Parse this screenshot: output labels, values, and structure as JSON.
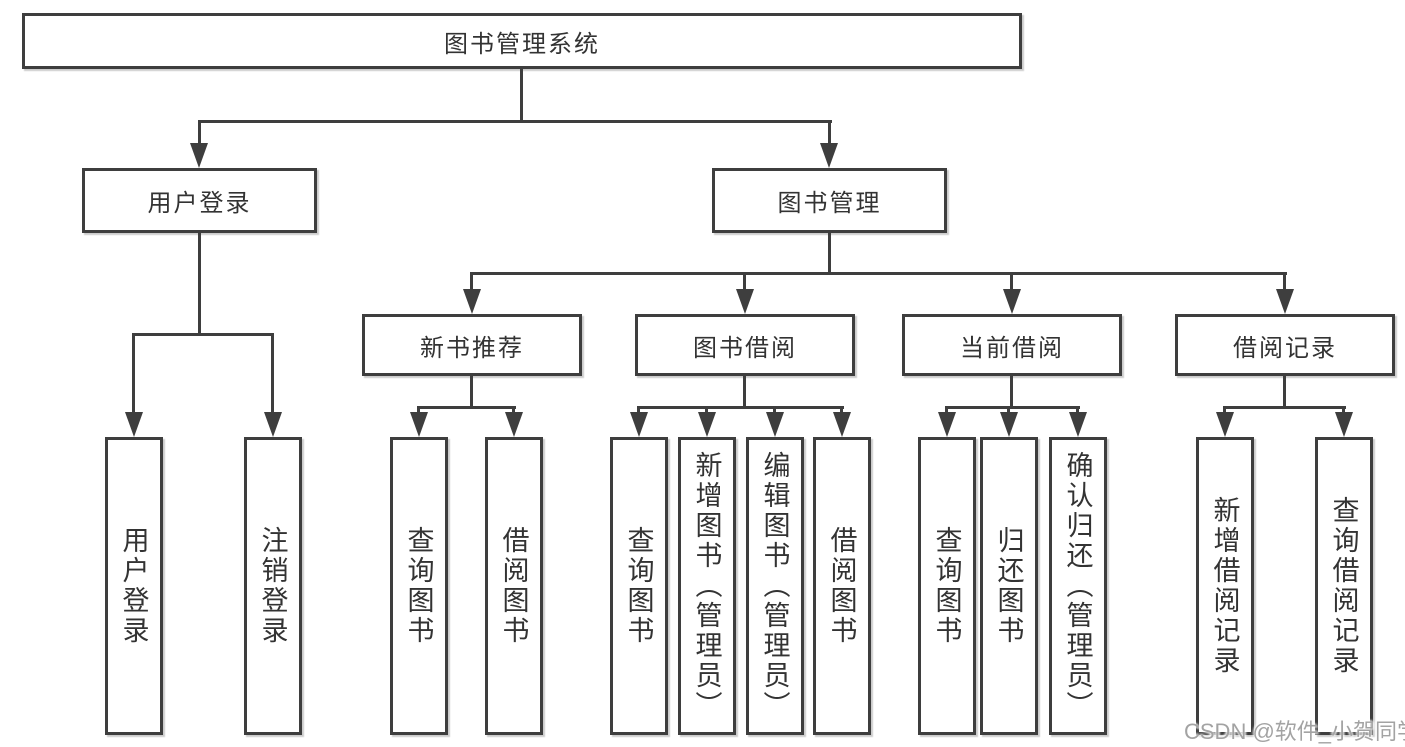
{
  "colors": {
    "line": "#3e3e3e",
    "text": "#333333",
    "background": "#ffffff",
    "watermark_text_color": "#a3a3a3"
  },
  "root": {
    "label": "图书管理系统"
  },
  "level2": [
    {
      "label": "用户登录"
    },
    {
      "label": "图书管理"
    }
  ],
  "level3": [
    {
      "label": "新书推荐"
    },
    {
      "label": "图书借阅"
    },
    {
      "label": "当前借阅"
    },
    {
      "label": "借阅记录"
    }
  ],
  "leaves": [
    {
      "label": "用户登录"
    },
    {
      "label": "注销登录"
    },
    {
      "label": "查询图书"
    },
    {
      "label": "借阅图书"
    },
    {
      "label": "查询图书"
    },
    {
      "label": "新增图书（管理员）"
    },
    {
      "label": "编辑图书（管理员）"
    },
    {
      "label": "借阅图书"
    },
    {
      "label": "查询图书"
    },
    {
      "label": "归还图书"
    },
    {
      "label": "确认归还（管理员）"
    },
    {
      "label": "新增借阅记录"
    },
    {
      "label": "查询借阅记录"
    }
  ],
  "hierarchy": {
    "图书管理系统": {
      "用户登录": [
        "用户登录",
        "注销登录"
      ],
      "图书管理": {
        "新书推荐": [
          "查询图书",
          "借阅图书"
        ],
        "图书借阅": [
          "查询图书",
          "新增图书（管理员）",
          "编辑图书（管理员）",
          "借阅图书"
        ],
        "当前借阅": [
          "查询图书",
          "归还图书",
          "确认归还（管理员）"
        ],
        "借阅记录": [
          "新增借阅记录",
          "查询借阅记录"
        ]
      }
    }
  },
  "watermark": {
    "text": "CSDN @软件_小贺同学"
  }
}
